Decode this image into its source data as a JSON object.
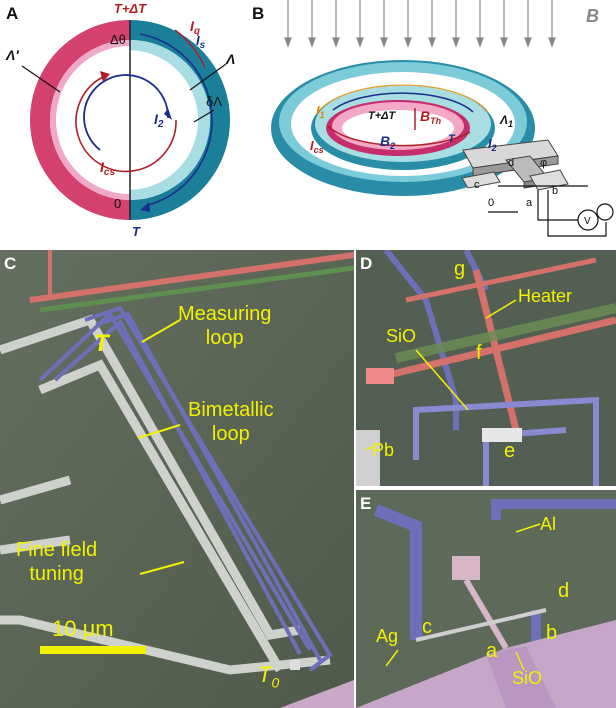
{
  "panels": {
    "A": {
      "label": "A",
      "top_label": "T+ΔT",
      "bottom_label": "T",
      "delta_theta": "Δθ",
      "zero": "0",
      "lambda_prime": "Λ′",
      "lambda": "Λ",
      "delta_lambda": "δΛ",
      "Iq": {
        "main": "I",
        "sub": "q"
      },
      "Is": {
        "main": "I",
        "sub": "s"
      },
      "I2": {
        "main": "I",
        "sub": "2"
      },
      "Ics": {
        "main": "I",
        "sub": "cs"
      },
      "colors": {
        "pink": "#d4416e",
        "teal": "#1b7f99",
        "lightpink": "#f0a8c8",
        "lightteal": "#a8dde2",
        "red": "#b01f25",
        "blue": "#1a2d8c"
      }
    },
    "B": {
      "label": "B",
      "field_label": "B",
      "I1": {
        "main": "I",
        "sub": "1"
      },
      "Ics": {
        "main": "I",
        "sub": "cs"
      },
      "I2": {
        "main": "I",
        "sub": "2"
      },
      "T_dT": "T+ΔT",
      "T": "T",
      "BTh": {
        "main": "B",
        "sub": "Th"
      },
      "B2": {
        "main": "B",
        "sub": "2"
      },
      "Lambda1": {
        "main": "Λ",
        "sub": "1"
      },
      "zero": "0",
      "phi": "φ",
      "letters": [
        "a",
        "b",
        "c",
        "d"
      ],
      "V": "V"
    },
    "C": {
      "label": "C",
      "T_label": "T",
      "T0": {
        "main": "T",
        "sub": "0"
      },
      "measuring": [
        "Measuring",
        "loop"
      ],
      "bimetallic": [
        "Bimetallic",
        "loop"
      ],
      "fine": [
        "Fine field",
        "tuning"
      ],
      "scale": "10 μm"
    },
    "D": {
      "label": "D",
      "g": "g",
      "heater": "Heater",
      "sio": "SiO",
      "f": "f",
      "pb": "Pb",
      "e": "e"
    },
    "E": {
      "label": "E",
      "al": "Al",
      "d": "d",
      "c": "c",
      "b": "b",
      "ag": "Ag",
      "a": "a",
      "sio": "SiO"
    }
  }
}
